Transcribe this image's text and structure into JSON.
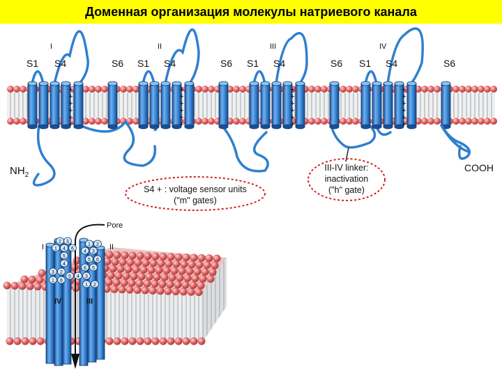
{
  "slide": {
    "title": "Доменная организация молекулы натриевого канала"
  },
  "domains": [
    {
      "numeral": "I",
      "s1": "S1",
      "s4": "S4",
      "s6": "S6"
    },
    {
      "numeral": "II",
      "s1": "S1",
      "s4": "S4",
      "s6": "S6"
    },
    {
      "numeral": "III",
      "s1": "S1",
      "s4": "S4",
      "s6": "S6"
    },
    {
      "numeral": "IV",
      "s1": "S1",
      "s4": "S4",
      "s6": "S6"
    }
  ],
  "termini": {
    "n_main": "NH",
    "n_sub": "2",
    "c": "COOH"
  },
  "annotations": {
    "s4_line1": "S4 + : voltage sensor units",
    "s4_line2": "(\"m\" gates)",
    "linker_line1": "III-IV linker:",
    "linker_line2": "inactivation",
    "linker_line3": "(\"h\" gate)"
  },
  "pore_diagram": {
    "pore_label": "Pore",
    "domain_labels": [
      "I",
      "II",
      "III",
      "IV"
    ],
    "helix_numbers_i": [
      "2",
      "3",
      "1",
      "4",
      "6",
      "5"
    ],
    "helix_numbers_ii": [
      "1",
      "2",
      "4",
      "3",
      "5",
      "6"
    ],
    "helix_numbers_iii": [
      "6",
      "5",
      "4",
      "3",
      "1",
      "2"
    ],
    "helix_numbers_iv": [
      "3",
      "2",
      "1",
      "6",
      "5",
      "4"
    ]
  },
  "colors": {
    "title_bg": "#ffff00",
    "helix": "#2f7fd0",
    "lipid_head": "#e36d6d",
    "annotation_ring": "#d42020"
  }
}
